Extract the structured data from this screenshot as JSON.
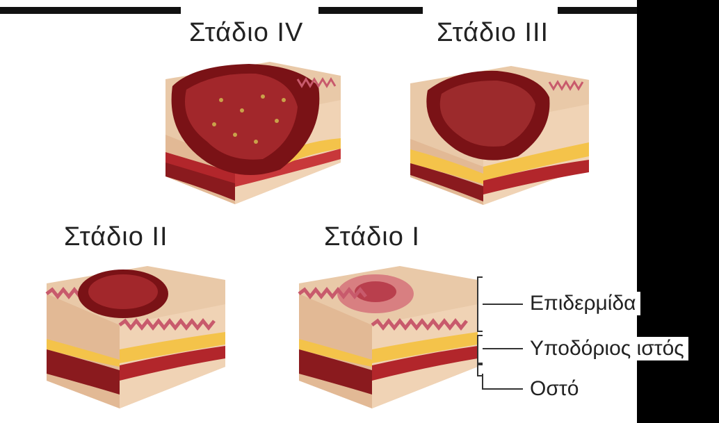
{
  "stages": [
    {
      "label": "Στάδιο IV"
    },
    {
      "label": "Στάδιο III"
    },
    {
      "label": "Στάδιο II"
    },
    {
      "label": "Στάδιο I"
    }
  ],
  "layers": [
    {
      "label": "Επιδερμίδα"
    },
    {
      "label": "Υποδόριος ιστός"
    },
    {
      "label": "Οστό"
    }
  ],
  "colors": {
    "skin": "#e9c9a8",
    "epidermis": "#d47a88",
    "fat": "#f4c34a",
    "muscle": "#b2262b",
    "bone": "#8a1a1e",
    "wound": "#7a1216"
  }
}
